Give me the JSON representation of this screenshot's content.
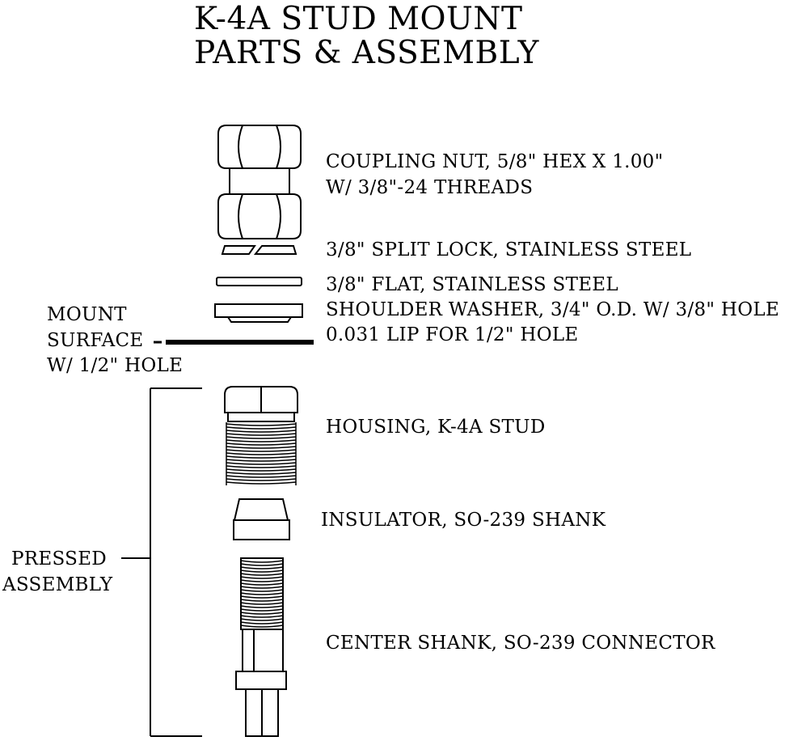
{
  "title": {
    "line1": "K-4A STUD MOUNT",
    "line2": "PARTS & ASSEMBLY"
  },
  "parts": {
    "coupling_nut": {
      "line1": "COUPLING NUT, 5/8\" HEX X 1.00\"",
      "line2": "W/ 3/8\"-24 THREADS"
    },
    "split_lock": "3/8\" SPLIT LOCK, STAINLESS STEEL",
    "flat_washer": "3/8\" FLAT, STAINLESS STEEL",
    "shoulder_washer": {
      "line1": "SHOULDER WASHER, 3/4\" O.D. W/ 3/8\" HOLE",
      "line2": "0.031 LIP FOR 1/2\" HOLE"
    },
    "housing": "HOUSING, K-4A STUD",
    "insulator": "INSULATOR, SO-239 SHANK",
    "center_shank": "CENTER SHANK, SO-239 CONNECTOR"
  },
  "mount_surface": {
    "line1": "MOUNT",
    "line2": "SURFACE",
    "line3": "W/ 1/2\" HOLE"
  },
  "pressed_assembly": {
    "line1": "PRESSED",
    "line2": "ASSEMBLY"
  }
}
